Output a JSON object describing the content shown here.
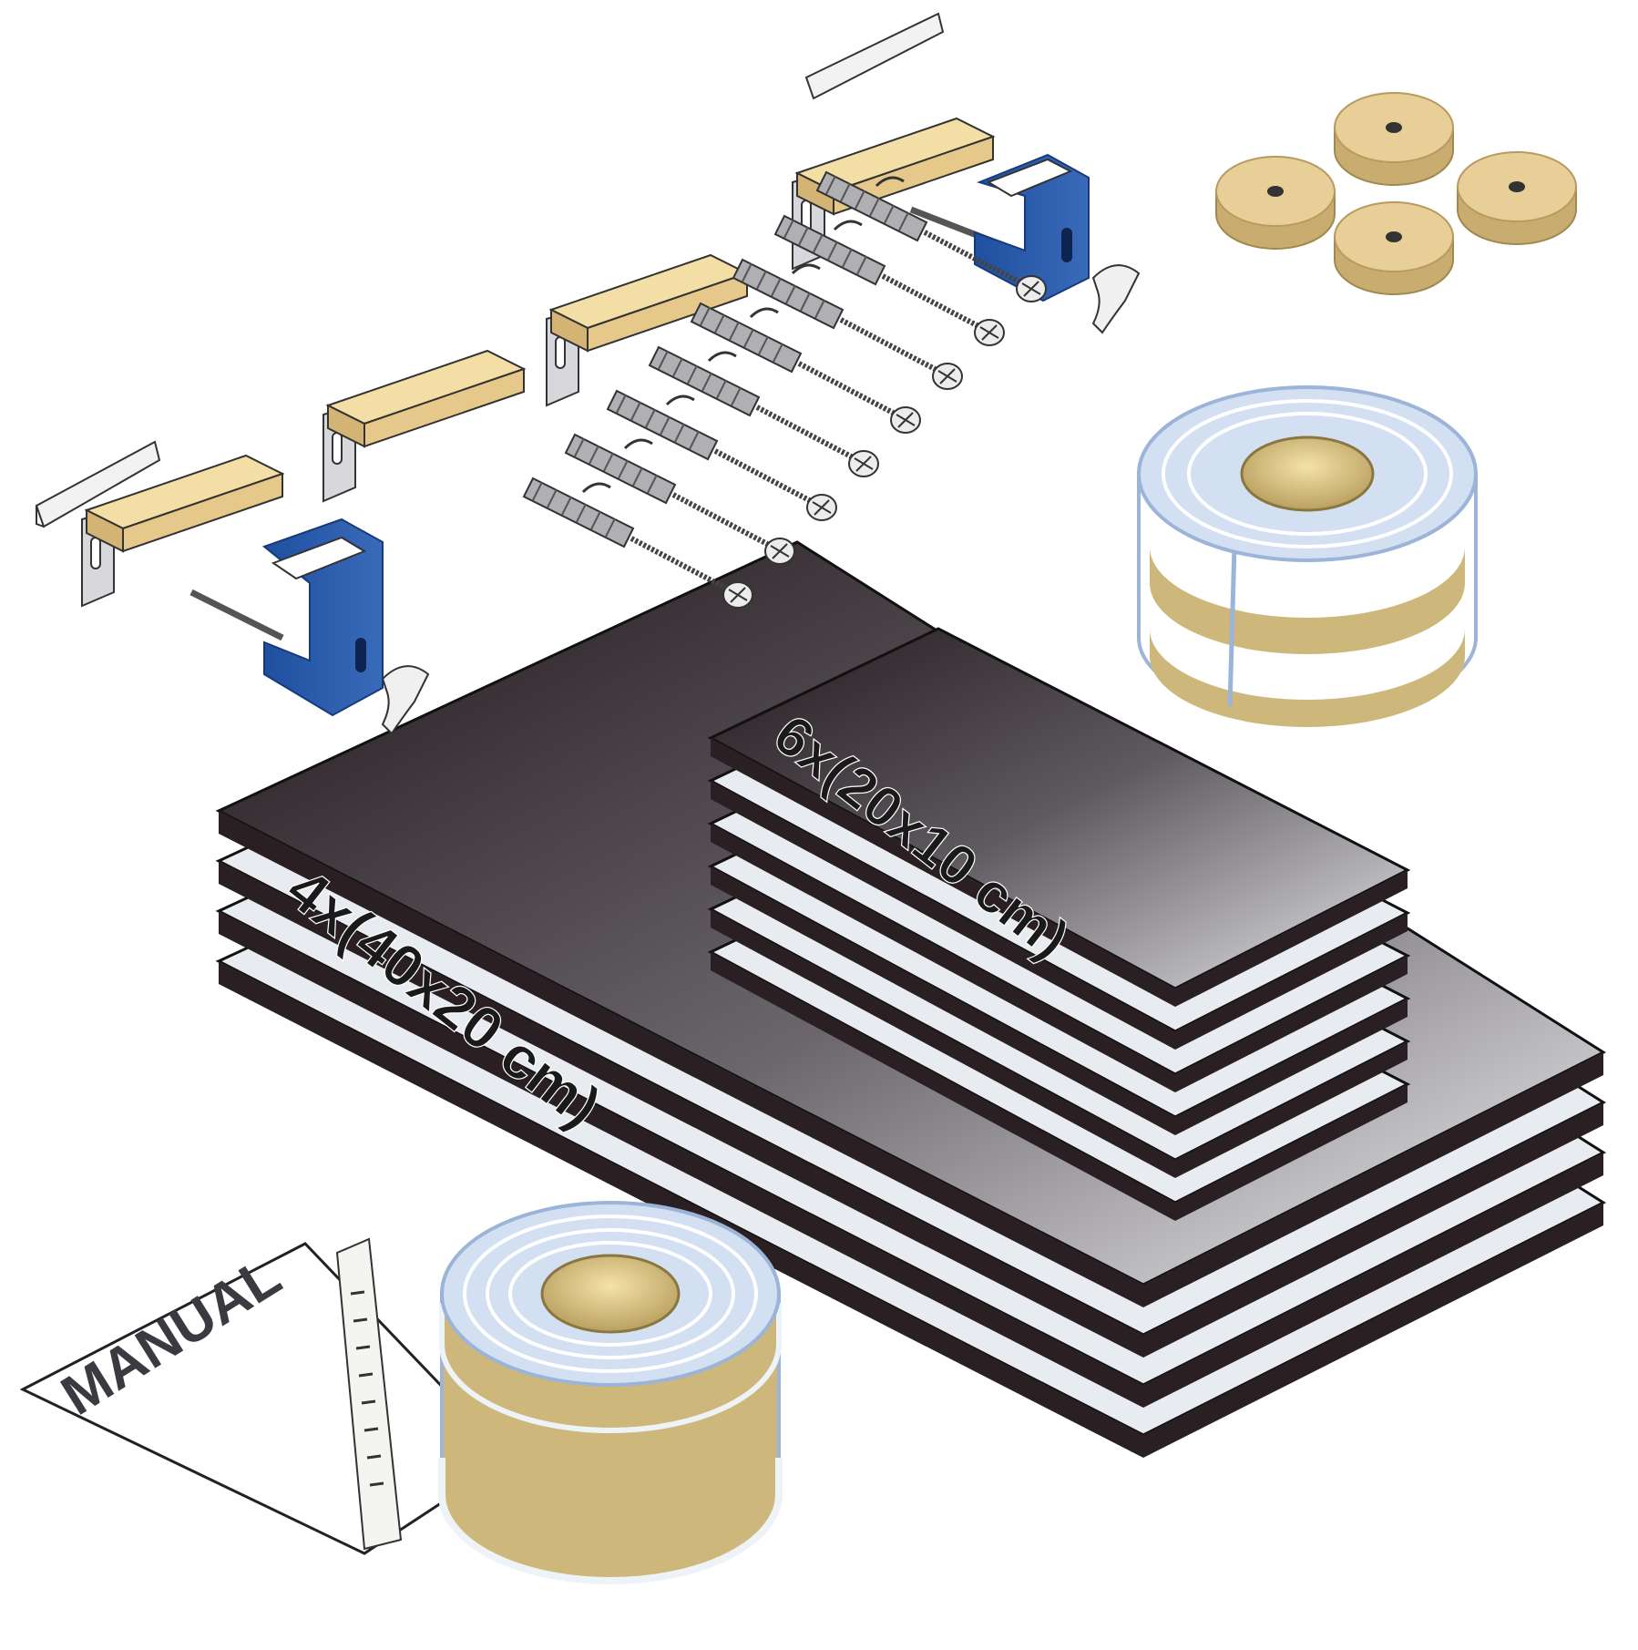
{
  "labels": {
    "large_panels": "4x(40x20 cm)",
    "small_panels": "6x(20x10 cm)",
    "manual": "MANUAL"
  },
  "counts": {
    "large_panels": 4,
    "small_panels": 6,
    "wall_plugs": 8,
    "felt_pads": 4,
    "brackets": 4,
    "clamps": 2,
    "tape_rolls": 2
  },
  "colors": {
    "panel_dark": "#2a1f22",
    "panel_edge": "#e8ecf0",
    "wood": "#f0d89a",
    "blue_clamp": "#2e5aa8",
    "felt": "#e8cf98",
    "tape_blue": "#b8cce8"
  },
  "icons": {
    "wall_plug": "wall-plug-icon",
    "screw": "screw-icon",
    "felt_pad": "felt-pad-icon",
    "wing_nut": "wing-nut-icon"
  }
}
